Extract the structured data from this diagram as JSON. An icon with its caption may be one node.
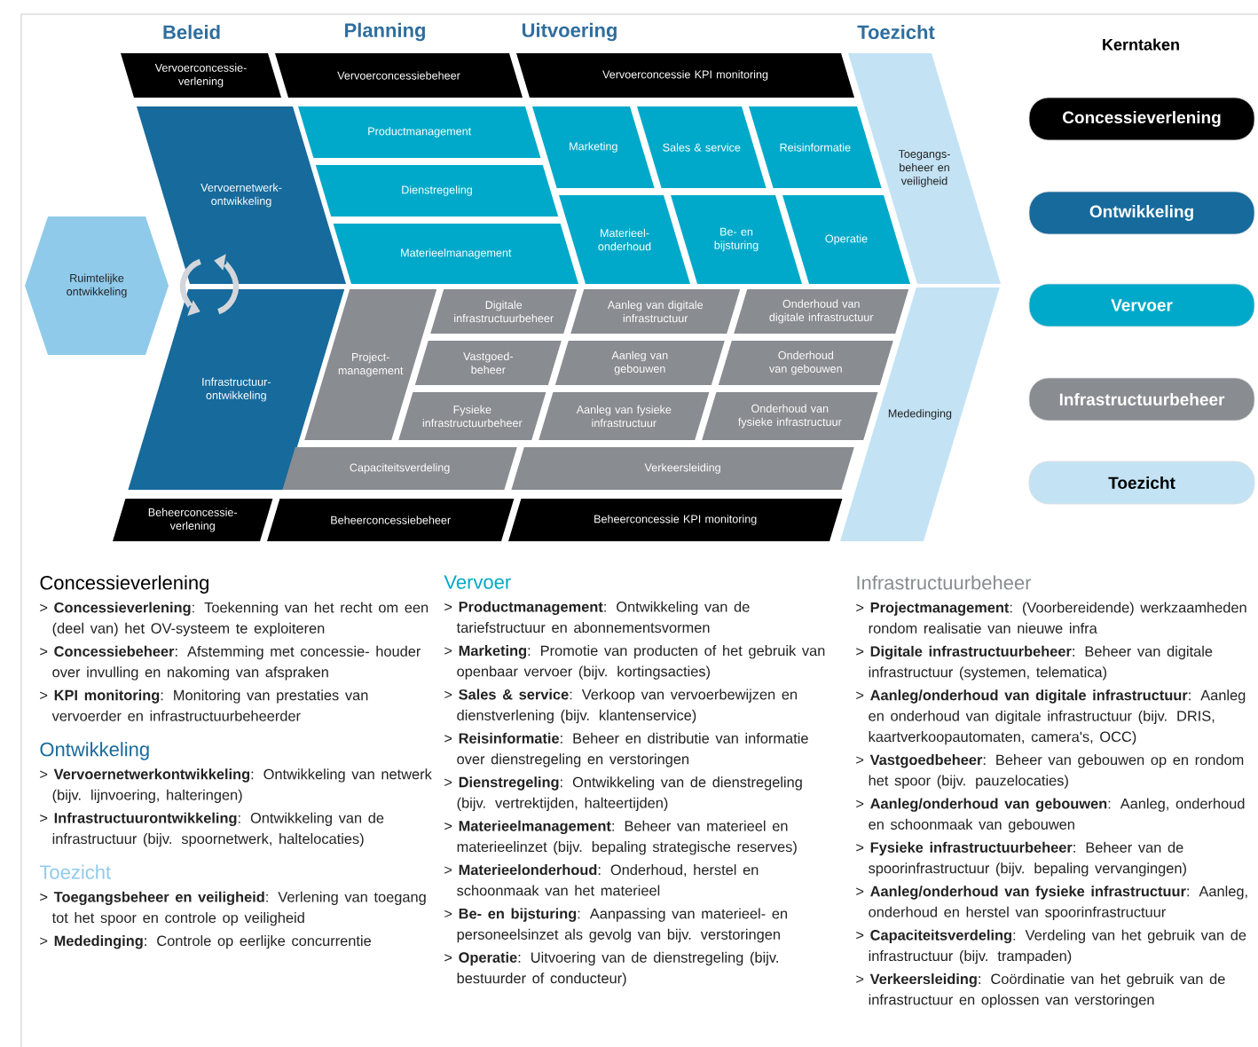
{
  "diagram": {
    "nodes": [
      {
        "text": [
          "Vervoerconcessie- verlening"
        ]
      },
      {
        "text": [
          "Vervoerconcessiebeheer"
        ]
      },
      {
        "text": [
          "Vervoerconcessie KPI monitoring"
        ]
      },
      {
        "text": [
          "Toegangs- beheer en veiligheid"
        ]
      },
      {
        "text": [
          "Vervoernetwerk- ontwikkeling"
        ]
      },
      {
        "text": [
          "Productmanagement"
        ]
      },
      {
        "text": [
          "Marketing"
        ]
      },
      {
        "text": [
          "Sales & service"
        ]
      },
      {
        "text": [
          "Reisinformatie"
        ]
      },
      {
        "text": [
          "Dienstregeling"
        ]
      },
      {
        "text": [
          "Materieelmanagement"
        ]
      },
      {
        "text": [
          "Materieel- onderhoud"
        ]
      },
      {
        "text": [
          "Be- en bijsturing"
        ]
      },
      {
        "text": [
          "Operatie"
        ]
      },
      {
        "text": [
          "Ruimtelijke ontwikkeling"
        ]
      },
      {
        "text": [
          "Infrastructuur- ontwikkeling"
        ]
      },
      {
        "text": [
          "Project- management"
        ]
      },
      {
        "text": [
          "Digitale infrastructuurbeheer"
        ]
      },
      {
        "text": [
          "Aanleg van digitale infrastructuur"
        ]
      },
      {
        "text": [
          "Onderhoud van digitale infrastructuur"
        ]
      },
      {
        "text": [
          "Mededinging"
        ]
      },
      {
        "text": [
          "Vastgoed- beheer"
        ]
      },
      {
        "text": [
          "Aanleg van gebouwen"
        ]
      },
      {
        "text": [
          "Onderhoud van gebouwen"
        ]
      },
      {
        "text": [
          "Fysieke infrastructuurbeheer"
        ]
      },
      {
        "text": [
          "Aanleg van fysieke infrastructuur"
        ]
      },
      {
        "text": [
          "Onderhoud van fysieke infrastructuur"
        ]
      },
      {
        "text": [
          "Capaciteitsverdeling"
        ]
      },
      {
        "text": [
          "Verkeersleiding"
        ]
      },
      {
        "text": [
          "Beheerconcessie- verlening"
        ]
      },
      {
        "text": [
          "Beheerconcessiebeheer"
        ]
      },
      {
        "text": [
          "Beheerconcessie KPI monitoring"
        ]
      }
    ],
    "edges": [
      {
        "from": 15,
        "to": 4,
        "arrow": "to"
      },
      {
        "from": 4,
        "to": 15,
        "arrow": "to"
      }
    ],
    "labels": [
      "Beleid",
      "Planning",
      "Uitvoering",
      "Toezicht",
      "Kerntaken",
      "Concessieverlening",
      "> **Concessieverlening**: Toekenning van het recht om een (deel van) het OV-systeem te exploiteren",
      "> **Concessiebeheer**: Afstemming met concessie- houder over invulling en nakoming van afspraken",
      "> **KPI monitoring**: Monitoring van prestaties van vervoerder en infrastructuurbeheerder",
      "Ontwikkeling",
      "> **Vervoernetwerkontwikkeling**: Ontwikkeling van netwerk (bijv. lijnvoering, halteringen)",
      "> **Infrastructuurontwikkeling**: Ontwikkeling van de infrastructuur (bijv. spoornetwerk, haltelocaties)",
      "Toezicht",
      "> **Toegangsbeheer en veiligheid**: Verlening van toegang tot het spoor en controle op veiligheid",
      "> **Mededinging**: Controle op eerlijke concurrentie",
      "Vervoer",
      "> **Productmanagement**: Ontwikkeling van de tariefstructuur en abonnementsvormen",
      "> **Marketing**: Promotie van producten of het gebruik van openbaar vervoer (bijv. kortingsacties)",
      "> **Sales & service**: Verkoop van vervoerbewijzen en dienstverlening (bijv. klantenservice)",
      "> **Reisinformatie**: Beheer en distributie van informatie over dienstregeling en verstoringen",
      "> **Dienstregeling**: Ontwikkeling van de dienstregeling (bijv. vertrektijden, halteertijden)",
      "> **Materieelmanagement**: Beheer van materieel en materieelinzet (bijv. bepaling strategische reserves)",
      "> **Materieelonderhoud**: Onderhoud, herstel en schoonmaak van het materieel",
      "> **Be- en bijsturing**: Aanpassing van materieel- en personeelsinzet als gevolg van bijv. verstoringen",
      "> **Operatie**: Uitvoering van de dienstregeling (bijv. bestuurder of conducteur)",
      "Infrastructuurbeheer",
      "> **Projectmanagement**: (Voorbereidende) werkzaamheden rondom realisatie van nieuwe infra",
      "> **Digitale infrastructuurbeheer**: Beheer van digitale infrastructuur (systemen, telematica)",
      "> **Aanleg/onderhoud van digitale infrastructuur**: Aanleg en onderhoud van digitale infrastructuur (bijv. DRIS, kaartverkoopautomaten, camera's, OCC)",
      "> **Vastgoedbeheer**: Beheer van gebouwen op en rondom het spoor (bijv. pauzelocaties)",
      "> **Aanleg/onderhoud van gebouwen**: Aanleg, onderhoud en schoonmaak van gebouwen",
      "> **Fysieke infrastructuurbeheer**: Beheer van de spoorinfrastructuur (bijv. bepaling vervangingen)",
      "> **Aanleg/onderhoud van fysieke infrastructuur**: Aanleg, onderhoud en herstel van spoorinfrastructuur",
      "> **Capaciteitsverdeling**: Verdeling van het gebruik van de infrastructuur (bijv. trampaden)",
      "> **Verkeersleiding**: Coördinatie van het gebruik van de infrastructuur en oplossen van verstoringen"
    ],
    "legend": [
      {
        "text": "Concessieverlening",
        "color": "#000000"
      },
      {
        "text": "Ontwikkeling",
        "color": "#176a9c"
      },
      {
        "text": "Vervoer",
        "color": "#00a9c9"
      },
      {
        "text": "Infrastructuurbeheer",
        "color": "#898c90"
      },
      {
        "text": "Toezicht",
        "color": "#c3e3f5"
      }
    ]
  }
}
